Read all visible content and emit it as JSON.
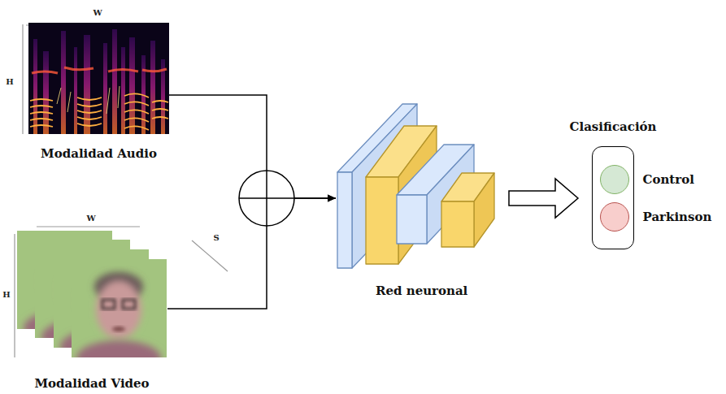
{
  "diagram": {
    "nodes": [
      {
        "text": [
          "Modalidad Audio"
        ]
      },
      {
        "text": [
          "Modalidad Video"
        ]
      },
      {
        "text": [
          "Red neuronal"
        ]
      },
      {
        "text": [
          "Clasificación"
        ]
      },
      {
        "text": [
          "Control"
        ],
        "in": 3
      },
      {
        "text": [
          "Parkinson"
        ],
        "in": 3
      }
    ],
    "edges": [
      {
        "from": 0,
        "to": 2,
        "arrow": "to"
      },
      {
        "from": 1,
        "to": 2,
        "arrow": "to"
      },
      {
        "from": 2,
        "to": 3,
        "arrow": "to"
      }
    ],
    "labels": [
      "W",
      "H",
      "W",
      "H",
      "S"
    ]
  }
}
